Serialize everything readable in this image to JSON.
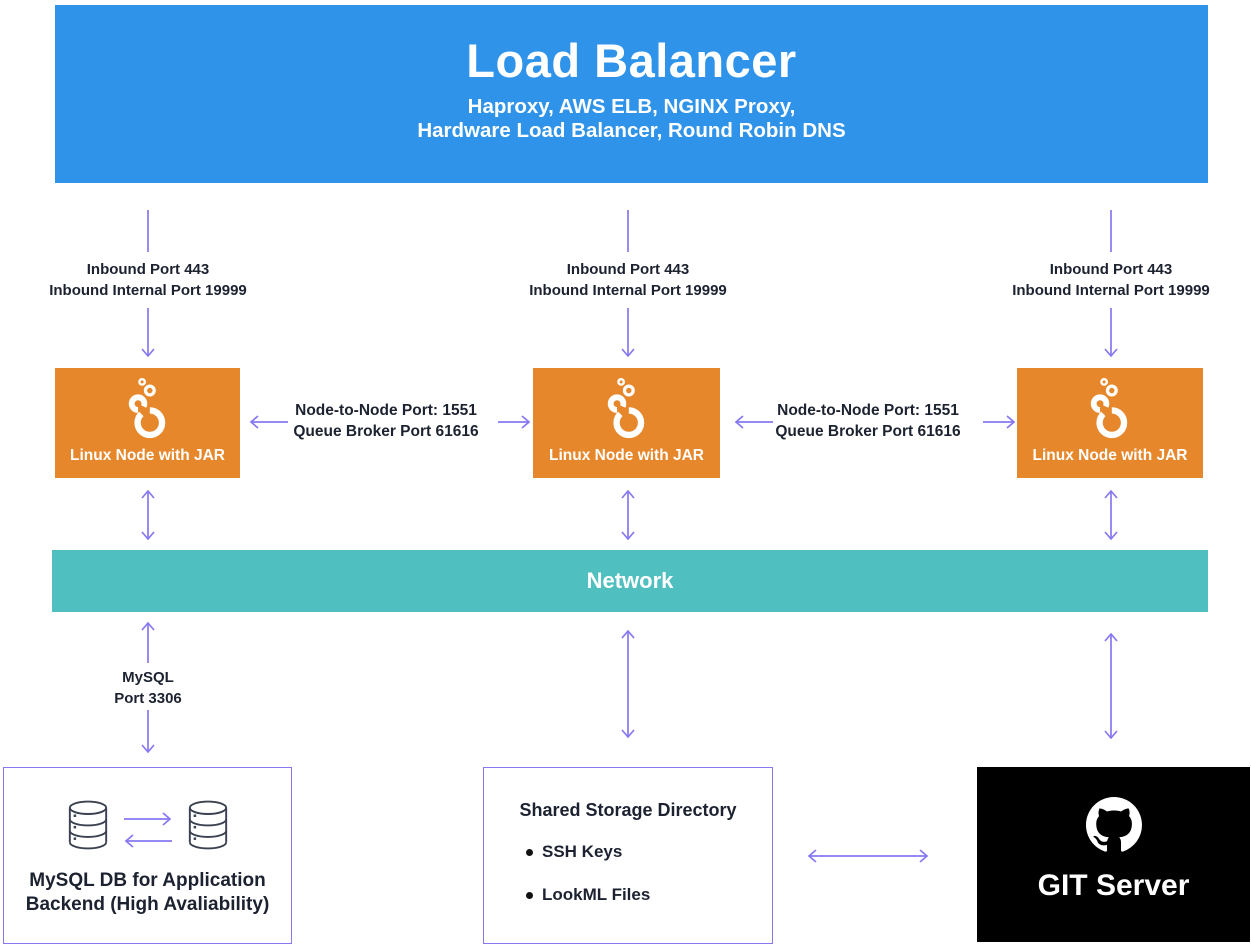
{
  "load_balancer": {
    "title": "Load Balancer",
    "subtitle_lines": [
      "Haproxy, AWS ELB, NGINX Proxy,",
      "Hardware Load Balancer, Round Robin DNS"
    ]
  },
  "inbound_connector": {
    "line1": "Inbound Port 443",
    "line2": "Inbound Internal Port 19999"
  },
  "linux_node": {
    "label": "Linux Node with JAR",
    "icon": "looker-icon"
  },
  "node_link": {
    "line1": "Node-to-Node Port: 1551",
    "line2": "Queue Broker Port 61616"
  },
  "network": {
    "label": "Network"
  },
  "mysql_link": {
    "line1": "MySQL",
    "line2": "Port 3306"
  },
  "mysql_box": {
    "line1": "MySQL DB for Application",
    "line2": "Backend (High Avaliability)",
    "icon": "database-icon"
  },
  "storage_box": {
    "title": "Shared Storage Directory",
    "items": [
      "SSH Keys",
      "LookML Files"
    ]
  },
  "git_box": {
    "label": "GIT Server",
    "icon": "github-icon"
  },
  "colors": {
    "banner_blue": "#2E93E9",
    "node_orange": "#E7872C",
    "network_teal": "#4FBFBF",
    "arrow_purple": "#8678F2",
    "border_purple": "#8678F0",
    "git_black": "#000000",
    "text_dark": "#1C2230"
  }
}
